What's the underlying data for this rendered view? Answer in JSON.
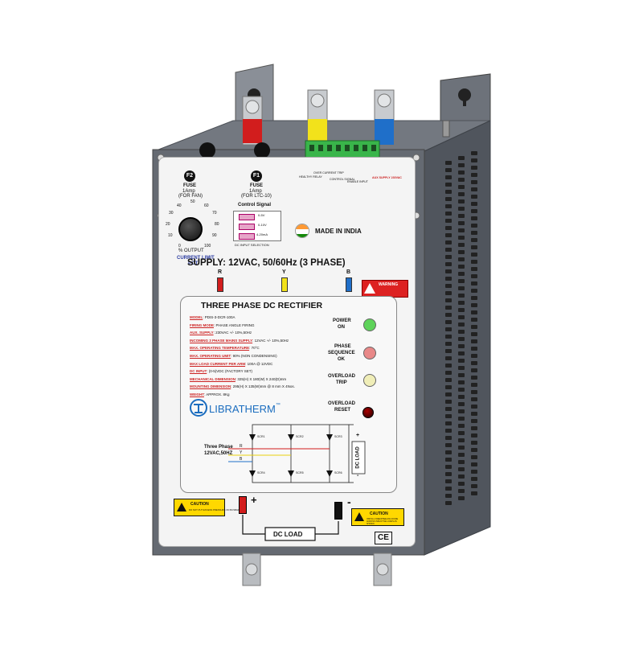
{
  "fuses": [
    {
      "badge": "F2",
      "line1": "FUSE",
      "line2": "1Amp",
      "line3": "(FOR FAN)"
    },
    {
      "badge": "F1",
      "line1": "FUSE",
      "line2": "1Amp",
      "line3": "(FOR LTC-10)"
    }
  ],
  "pot": {
    "ticks": [
      "10",
      "20",
      "30",
      "40",
      "50",
      "60",
      "70",
      "80",
      "90",
      "0",
      "100"
    ],
    "output_label": "% OUTPUT",
    "title_line1": "CURRENT LIMIT",
    "title_line2": "POT"
  },
  "control_signal": {
    "title": "Control Signal",
    "rows": [
      "0-5V",
      "0-10V",
      "4-20mA"
    ],
    "caption": "DC INPUT SELECTION"
  },
  "terminal_block": {
    "labels": [
      "HEALTHY RELAY",
      "OVER CURRENT TRIP",
      "CONTROL SIGNAL",
      "ENABLE INPUT",
      "AUX SUPPLY 230VAC"
    ]
  },
  "made_in": "MADE IN INDIA",
  "supply": "SUPPLY: 12VAC, 50/60Hz (3 PHASE)",
  "phases": [
    "R",
    "Y",
    "B"
  ],
  "warning": "WARNING",
  "spec_title": "THREE PHASE DC RECTIFIER",
  "specs": [
    {
      "k": "MODEL",
      "v": ": PDIS-3-DCR-100A"
    },
    {
      "k": "FIRING MODE",
      "v": ": PHASE ANGLE FIRING"
    },
    {
      "k": "AUX. SUPPLY",
      "v": ": 230VAC +/- 10%,50Hz"
    },
    {
      "k": "INCOMING 3 PHASE MAINS SUPPLY",
      "v": ": 12VAC +/- 10%,50Hz"
    },
    {
      "k": "MAX. OPERATING TEMPERATURE",
      "v": ": 70°C"
    },
    {
      "k": "MAX. OPERATING UMIT",
      "v": ": 90% (NON CONDENSING)"
    },
    {
      "k": "MAX LOAD CURRENT PER ARM",
      "v": ": 100A @ 12VDC"
    },
    {
      "k": "DC INPUT",
      "v": ": (0-5)VDC (FACTORY SET)"
    },
    {
      "k": "MECHANICAL DIMENSION",
      "v": ": 325(H) X 180(W) X 240(D)mm"
    },
    {
      "k": "MOUNTING DIMENSION",
      "v": ": 295(H) X 135(W)mm @ 8 mm X 4Nos."
    },
    {
      "k": "WEIGHT",
      "v": ": APPROX. 8Kg"
    }
  ],
  "indicators": [
    {
      "line1": "POWER",
      "line2": "ON",
      "color": "#5ed35a"
    },
    {
      "line1": "PHASE",
      "line2": "SEQUENCE",
      "line3": "OK",
      "color": "#e88888"
    },
    {
      "line1": "OVERLOAD",
      "line2": "TRIP",
      "color": "#f0eeb8"
    }
  ],
  "reset": {
    "line1": "OVERLOAD",
    "line2": "RESET"
  },
  "brand": "LIBRATHERM",
  "brand_tm": "™",
  "circuit": {
    "input_line1": "Three Phase",
    "input_line2": "12VAC,50HZ",
    "phase_labels": [
      "R",
      "Y",
      "B"
    ],
    "scr_top": [
      "SCR1",
      "SCR2",
      "SCR3"
    ],
    "scr_bottom": [
      "SCR4",
      "SCR5",
      "SCR6"
    ],
    "plus": "+",
    "minus": "-",
    "load": "DC LOAD"
  },
  "caution_left": {
    "title": "CAUTION",
    "body": "DO NOT PUT EXCESS PRESSURE ON BUSBARS"
  },
  "caution_right": {
    "title": "CAUTION",
    "body": "INSTALL FREEWHEELING DIODE ACROSS INDUCTIVE LOADS AS SHOWN"
  },
  "output_plus": "+",
  "output_minus": "-",
  "dc_load": "DC LOAD",
  "ce": "CE",
  "colors": {
    "enclosure": "#5f646d",
    "red_phase": "#d21d1d",
    "yellow_phase": "#f2e21b",
    "blue_phase": "#1f6fc9",
    "terminal_green": "#39b54a",
    "caution_yellow": "#ffd800"
  }
}
